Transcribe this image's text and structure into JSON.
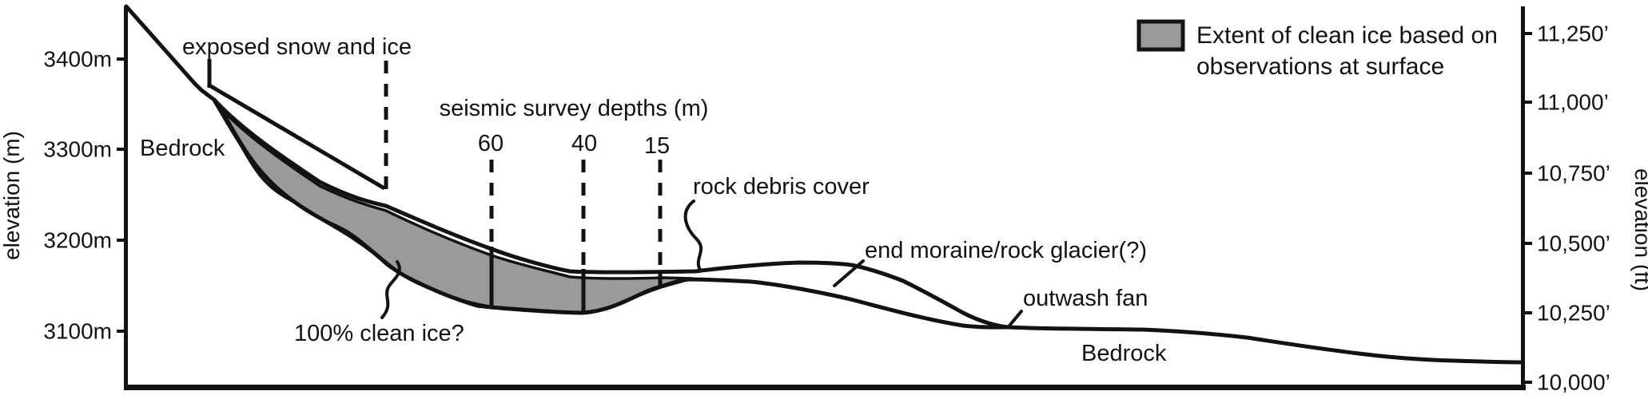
{
  "figure": {
    "axes": {
      "left": {
        "title": "elevation (m)",
        "ticks": [
          "3400m",
          "3300m",
          "3200m",
          "3100m"
        ]
      },
      "right": {
        "title": "elevation (ft)",
        "ticks": [
          "11,250’",
          "11,000’",
          "10,750’",
          "10,500’",
          "10,250’",
          "10,000’"
        ]
      }
    },
    "labels": {
      "exposed_snow": "exposed snow and ice",
      "bedrock_left": "Bedrock",
      "clean_ice_query": "100% clean ice?",
      "rock_debris": "rock debris cover",
      "end_moraine": "end moraine/rock glacier(?)",
      "outwash_fan": "outwash fan",
      "bedrock_right": "Bedrock"
    },
    "seismic": {
      "title": "seismic survey depths (m)",
      "depths": [
        "60",
        "40",
        "15"
      ]
    },
    "legend": {
      "line1": "Extent of clean ice based on",
      "line2": "observations at surface"
    },
    "colors": {
      "clean_ice_fill": "#9a9a9a",
      "line": "#121212"
    }
  }
}
